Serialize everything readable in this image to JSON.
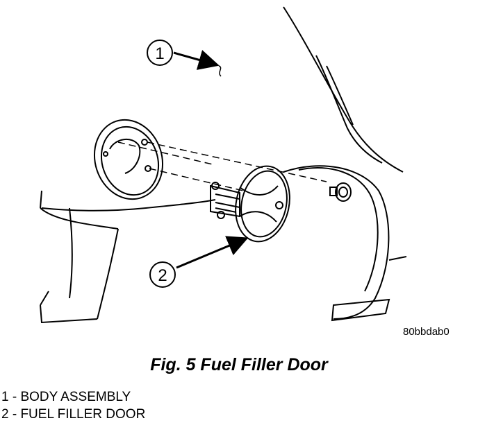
{
  "diagram": {
    "callouts": [
      {
        "number": "1"
      },
      {
        "number": "2"
      }
    ],
    "figure_code": "80bbdab0"
  },
  "caption": "Fig. 5 Fuel Filler Door",
  "legend": [
    {
      "text": "1 - BODY ASSEMBLY"
    },
    {
      "text": "2 - FUEL FILLER DOOR"
    }
  ]
}
